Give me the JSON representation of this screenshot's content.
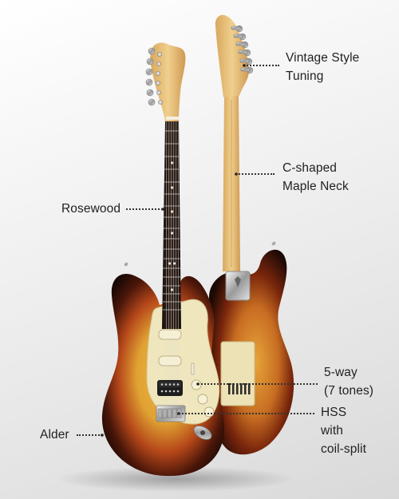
{
  "callouts": {
    "tuning": {
      "line1": "Vintage Style",
      "line2": "Tuning"
    },
    "neck": {
      "line1": "C-shaped",
      "line2": "Maple Neck"
    },
    "fretboard": {
      "line1": "Rosewood"
    },
    "switch": {
      "line1": "5-way",
      "line2": "(7 tones)"
    },
    "pickups": {
      "line1": "HSS",
      "line2": "with",
      "line3": "coil-split"
    },
    "body": {
      "line1": "Alder"
    }
  },
  "colors": {
    "sunburst_center": "#e0a232",
    "sunburst_mid": "#b5471a",
    "sunburst_edge": "#1a0b06",
    "pickguard": "#efe6bd",
    "maple": "#e9c27c",
    "rosewood": "#2a1b14",
    "background": "#eeeeee"
  },
  "icons": [
    "guitar-front",
    "guitar-back",
    "tuning-pegs",
    "pickup",
    "bridge",
    "neck-plate"
  ]
}
